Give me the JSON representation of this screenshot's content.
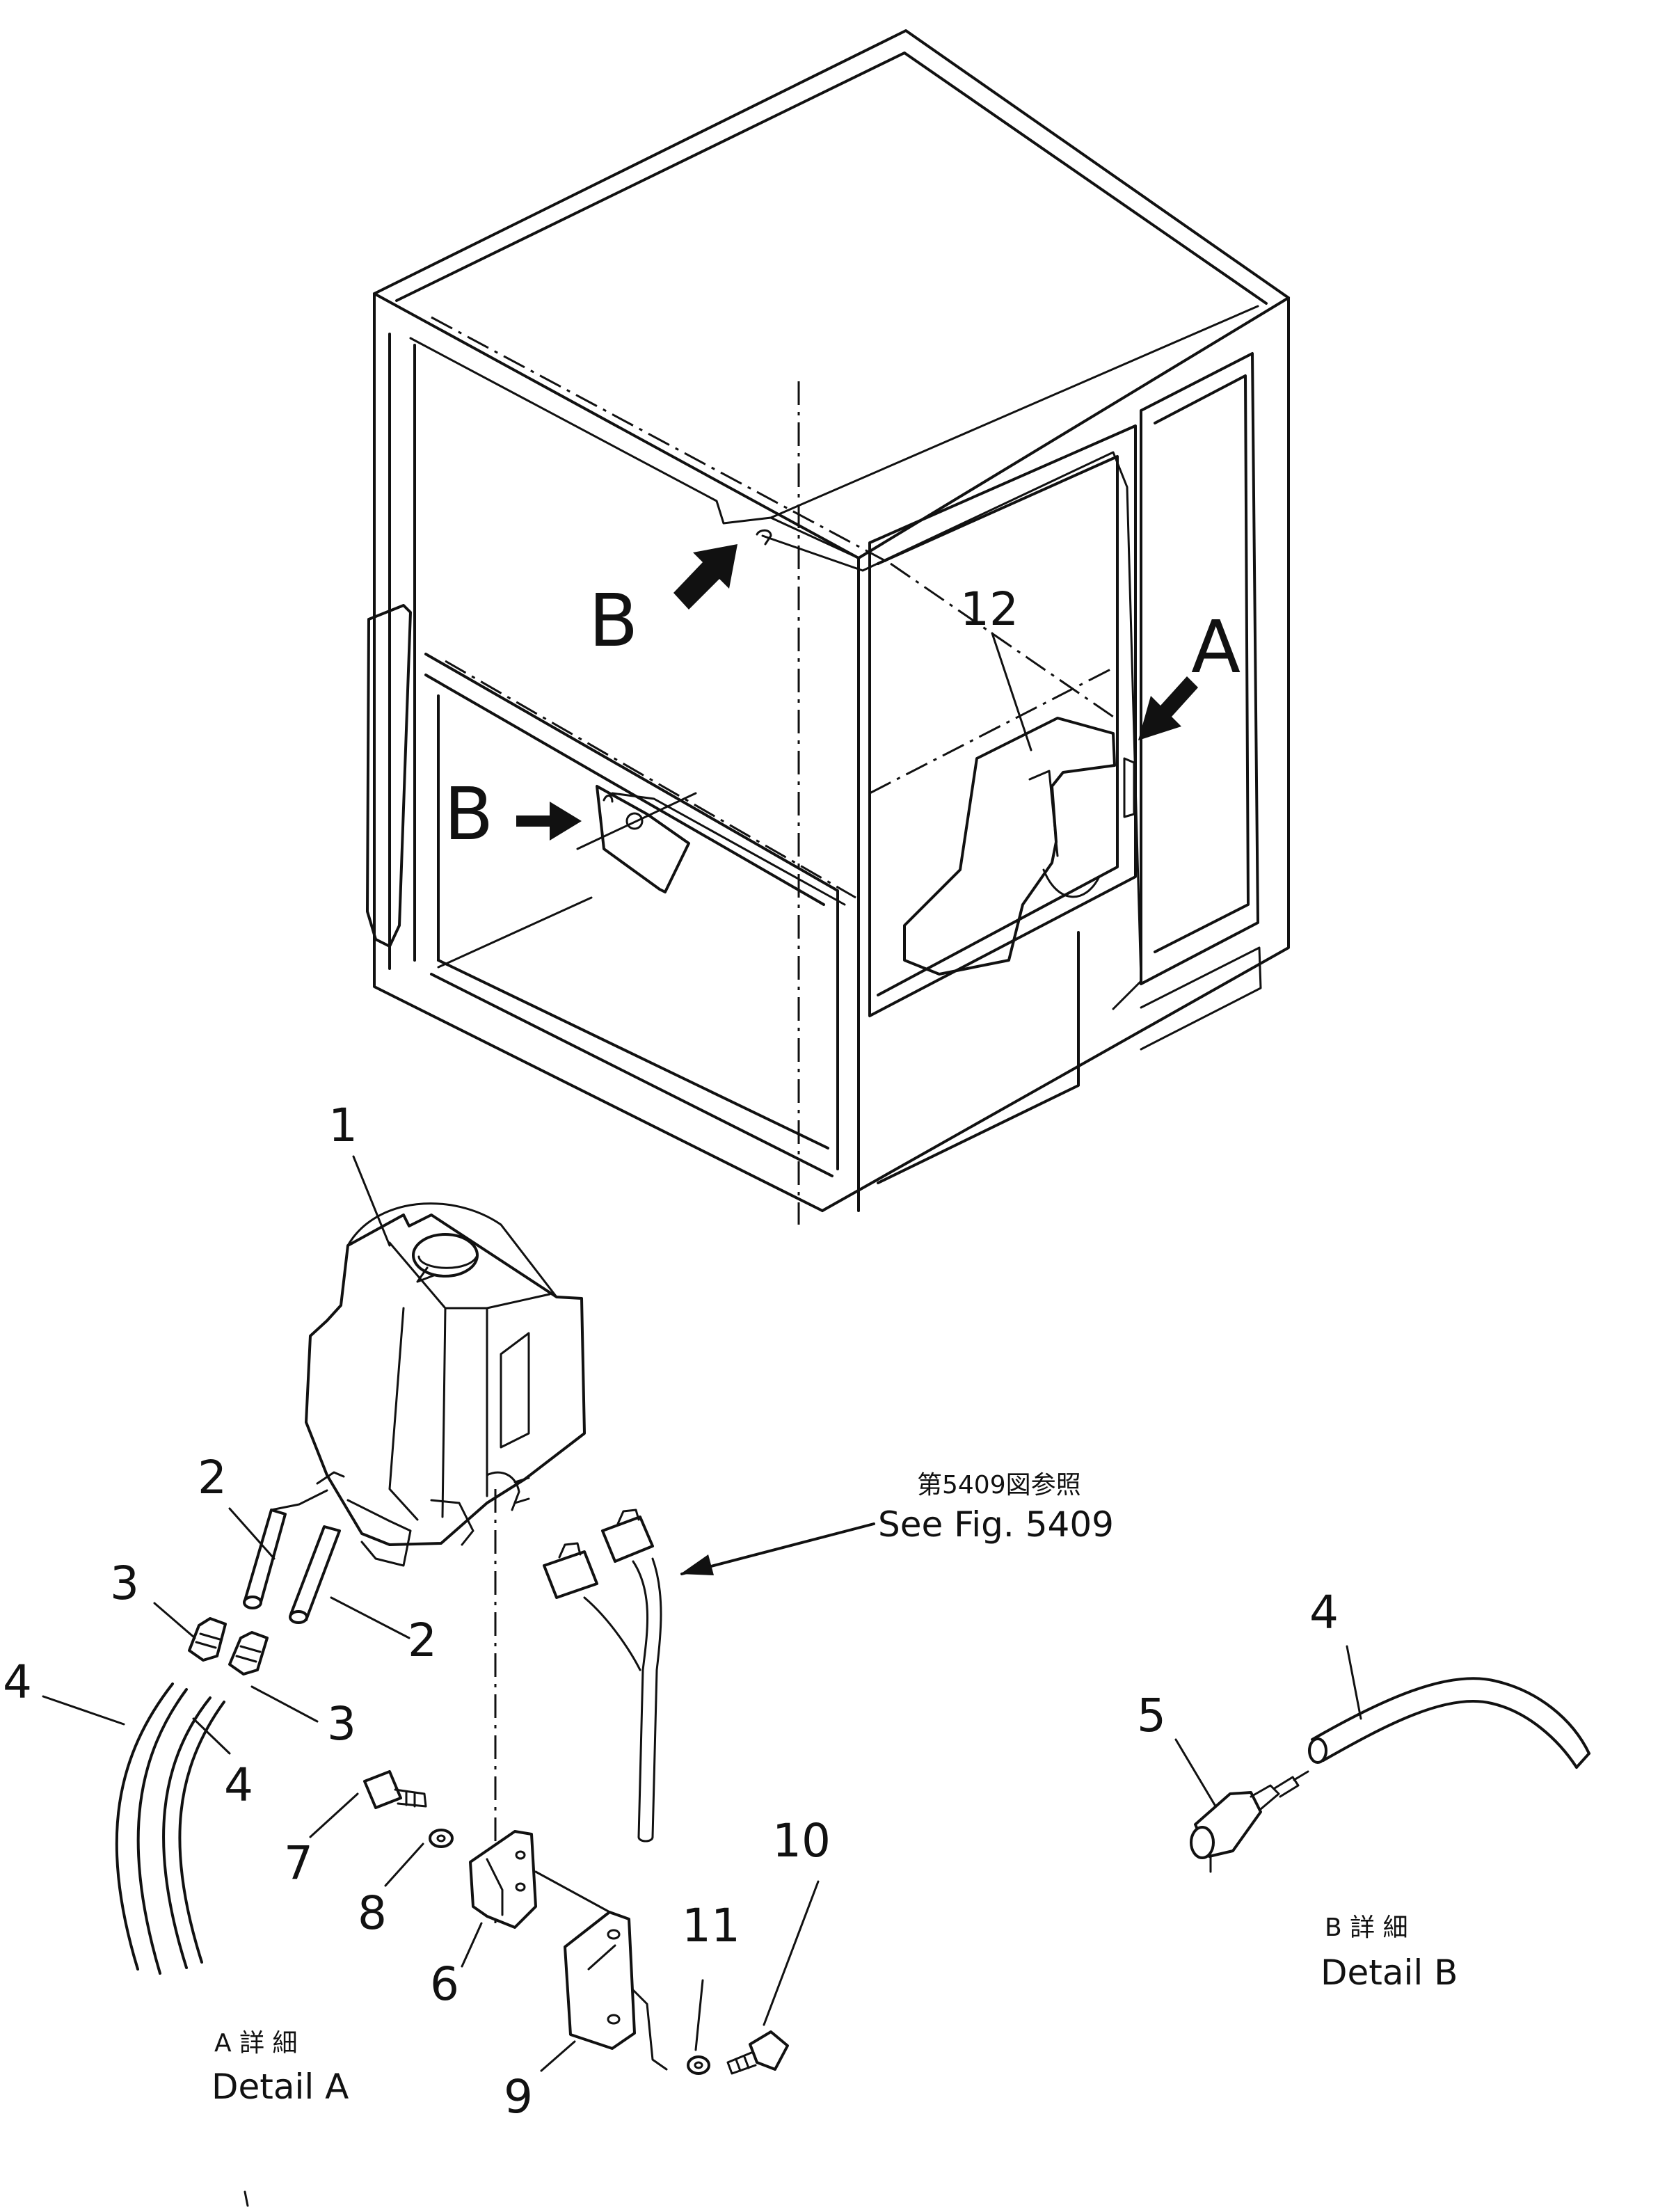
{
  "detail_markers": {
    "A": "A",
    "B_top": "B",
    "B_side": "B"
  },
  "callouts": {
    "n1": "1",
    "n2a": "2",
    "n2b": "2",
    "n3a": "3",
    "n3b": "3",
    "n4a": "4",
    "n4b": "4",
    "n4c": "4",
    "n5": "5",
    "n6": "6",
    "n7": "7",
    "n8": "8",
    "n9": "9",
    "n10": "10",
    "n11": "11",
    "n12": "12"
  },
  "reference": {
    "japanese": "第5409図参照",
    "english": "See Fig. 5409"
  },
  "detail_a": {
    "japanese": "A 詳 細",
    "english": "Detail A"
  },
  "detail_b": {
    "japanese": "B 詳 細",
    "english": "Detail B"
  }
}
